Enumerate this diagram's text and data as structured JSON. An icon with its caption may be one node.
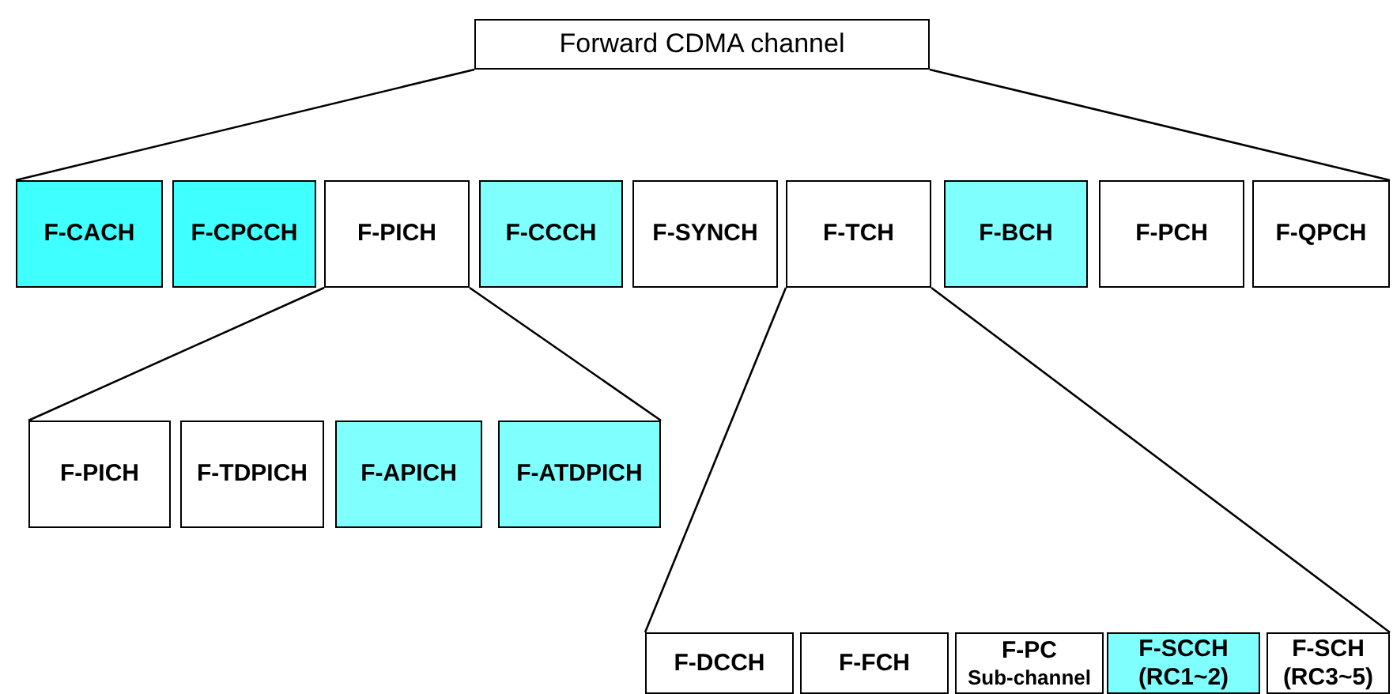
{
  "diagram": {
    "nodes": [
      {
        "text": [
          "Forward CDMA channel"
        ]
      },
      {
        "text": [
          "F-CACH"
        ]
      },
      {
        "text": [
          "F-CPCCH"
        ]
      },
      {
        "text": [
          "F-PICH"
        ]
      },
      {
        "text": [
          "F-CCCH"
        ]
      },
      {
        "text": [
          "F-SYNCH"
        ]
      },
      {
        "text": [
          "F-TCH"
        ]
      },
      {
        "text": [
          "F-BCH"
        ]
      },
      {
        "text": [
          "F-PCH"
        ]
      },
      {
        "text": [
          "F-QPCH"
        ]
      },
      {
        "text": [
          "F-PICH"
        ]
      },
      {
        "text": [
          "F-TDPICH"
        ]
      },
      {
        "text": [
          "F-APICH"
        ]
      },
      {
        "text": [
          "F-ATDPICH"
        ]
      },
      {
        "text": [
          "F-DCCH"
        ]
      },
      {
        "text": [
          "F-FCH"
        ]
      },
      {
        "text": [
          "F-PC",
          "Sub-channel"
        ]
      },
      {
        "text": [
          "F-SCCH (RC1~2)"
        ]
      },
      {
        "text": [
          "F-SCH (RC3~5)"
        ]
      }
    ],
    "edges": [
      {
        "from": 0,
        "to": 1,
        "arrow": "none"
      },
      {
        "from": 0,
        "to": 9,
        "arrow": "none"
      },
      {
        "from": 3,
        "to": 10,
        "arrow": "none"
      },
      {
        "from": 3,
        "to": 13,
        "arrow": "none"
      },
      {
        "from": 6,
        "to": 14,
        "arrow": "none"
      },
      {
        "from": 6,
        "to": 18,
        "arrow": "none"
      }
    ]
  }
}
